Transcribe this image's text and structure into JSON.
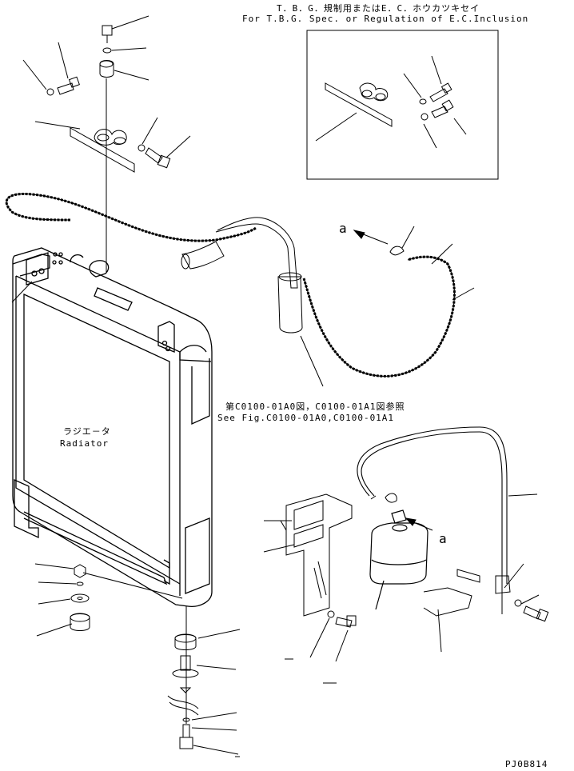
{
  "header": {
    "line1": "T．B．G．規制用またはE．C．ホウカツキセイ",
    "line2": "For T.B.G. Spec. or Regulation of E.C.Inclusion"
  },
  "labels": {
    "radiator_jp": "ラジエ－タ",
    "radiator_en": "Radiator",
    "see_fig_jp": "第C0100-01A0図，C0100-01A1図参照",
    "see_fig_en": "See Fig.C0100-01A0,C0100-01A1",
    "arrow_a_top": "a",
    "arrow_a_bottom": "a",
    "drawing_code": "PJ0B814"
  }
}
